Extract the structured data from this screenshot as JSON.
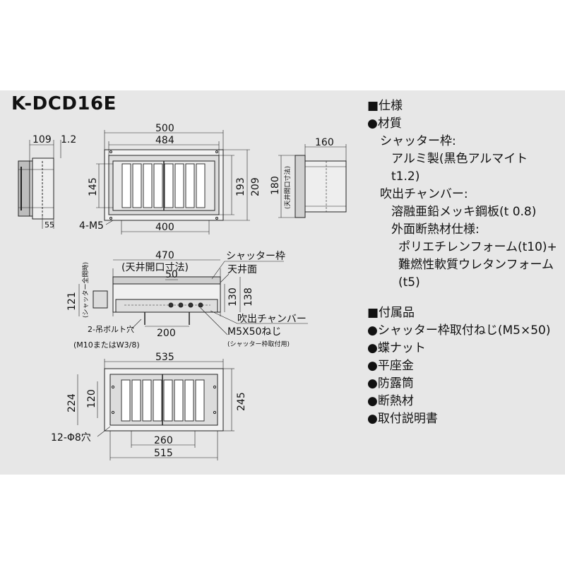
{
  "title": "K-DCD16E",
  "spec": {
    "heading": "■仕様",
    "material_label": "●材質",
    "shutter_frame_label": "シャッター枠:",
    "shutter_frame_value": "アルミ製(黒色アルマイト t1.2)",
    "chamber_label": "吹出チャンバー:",
    "chamber_value": "溶融亜鉛メッキ鋼板(t 0.8)",
    "insulation_label": "外面断熱材仕様:",
    "insulation_value1": "ポリエチレンフォーム(t10)+",
    "insulation_value2": "難燃性軟質ウレタンフォーム(t5)"
  },
  "accessories": {
    "heading": "■付属品",
    "items": [
      "●シャッター枠取付ねじ(M5×50)",
      "●蝶ナット",
      "●平座金",
      "●防露筒",
      "●断熱材",
      "●取付説明書"
    ]
  },
  "drawing": {
    "side_109": "109",
    "side_12": "1.2",
    "side_55": "55",
    "front_500": "500",
    "front_484": "484",
    "front_145": "145",
    "front_193": "193",
    "front_209": "209",
    "front_400": "400",
    "front_4m5": "4-M5",
    "right_160": "160",
    "right_180": "180",
    "right_ceiling_note": "(天井開口寸法)",
    "sec_470": "470",
    "sec_opening": "(天井開口寸法)",
    "sec_50": "50",
    "sec_121": "121",
    "sec_shutter_note": "(シャッター全開時)",
    "sec_130": "130",
    "sec_138": "138",
    "sec_200": "200",
    "label_shutter_frame": "シャッター枠",
    "label_ceiling": "天井面",
    "label_chamber": "吹出チャンバー",
    "label_screw": "M5X50ねじ",
    "label_screw_note": "(シャッター枠取付用)",
    "label_bolt_hole": "2-吊ボルト穴",
    "label_bolt_note": "(M10またはW3/8)",
    "bot_535": "535",
    "bot_224": "224",
    "bot_120": "120",
    "bot_245": "245",
    "bot_holes": "12-Φ8穴",
    "bot_260": "260",
    "bot_515": "515"
  }
}
